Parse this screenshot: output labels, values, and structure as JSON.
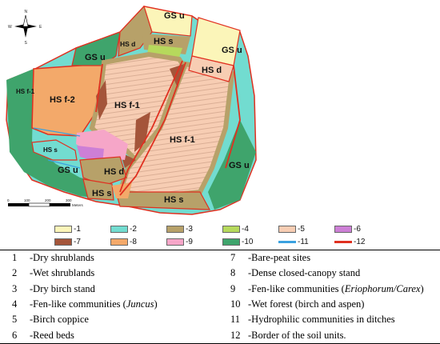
{
  "map": {
    "labels": {
      "gs_u_top": "GS u",
      "gs_u_right_top": "GS u",
      "gs_u_left": "GS u",
      "gs_u_bottom_left": "GS u",
      "gs_u_right": "GS u",
      "hs_s_top": "HS s",
      "hs_d_top": "HS d",
      "hs_d_right": "HS d",
      "hs_f2": "HS f-2",
      "hs_f1_small": "HS f-1",
      "hs_f1_center": "HS f-1",
      "hs_f1_right": "HS f-1",
      "hs_s_left": "HS s",
      "hs_d_bottom": "HS d",
      "hs_s_bottom": "HS s",
      "hs_s_bottom_right": "HS s"
    },
    "compass": {
      "n": "N",
      "s": "S",
      "e": "E",
      "w": "W"
    },
    "scalebar": {
      "ticks": [
        "0",
        "100",
        "200",
        "300"
      ],
      "unit": "Meters"
    },
    "colors": {
      "c1": "#fbf5b9",
      "c2": "#72dcd0",
      "c3": "#b7a169",
      "c4": "#b6d95c",
      "c5": "#f7cdb3",
      "c6": "#cd7fd6",
      "c7": "#a4553a",
      "c8": "#f3a96a",
      "c9": "#f6a6c8",
      "c10": "#3fa46c",
      "c11": "#3aa1e0",
      "c12": "#e03020"
    }
  },
  "legend": [
    {
      "label": "-1",
      "color": "#fbf5b9",
      "kind": "box"
    },
    {
      "label": "-2",
      "color": "#72dcd0",
      "kind": "box"
    },
    {
      "label": "-3",
      "color": "#b7a169",
      "kind": "box"
    },
    {
      "label": "-4",
      "color": "#b6d95c",
      "kind": "box"
    },
    {
      "label": "-5",
      "color": "#f7cdb3",
      "kind": "box"
    },
    {
      "label": "-6",
      "color": "#cd7fd6",
      "kind": "box"
    },
    {
      "label": "-7",
      "color": "#a4553a",
      "kind": "box"
    },
    {
      "label": "-8",
      "color": "#f3a96a",
      "kind": "box"
    },
    {
      "label": "-9",
      "color": "#f6a6c8",
      "kind": "box"
    },
    {
      "label": "-10",
      "color": "#3fa46c",
      "kind": "box"
    },
    {
      "label": "-11",
      "color": "#3aa1e0",
      "kind": "line"
    },
    {
      "label": "-12",
      "color": "#e03020",
      "kind": "line"
    }
  ],
  "table": {
    "rows": [
      {
        "n1": "1",
        "t1": "-Dry shrublands",
        "n2": "7",
        "t2": "-Bare-peat sites"
      },
      {
        "n1": "2",
        "t1": "-Wet shrublands",
        "n2": "8",
        "t2": "-Dense closed-canopy stand"
      },
      {
        "n1": "3",
        "t1": "-Dry birch stand",
        "n2": "9",
        "t2": "-Fen-like communities (",
        "t2i": "Eriophorum/Carex",
        "t2e": ")"
      },
      {
        "n1": "4",
        "t1": "-Fen-like communities (",
        "t1i": "Juncus",
        "t1e": ")",
        "n2": "10",
        "t2": "-Wet forest (birch and aspen)"
      },
      {
        "n1": "5",
        "t1": "-Birch coppice",
        "n2": "11",
        "t2": "-Hydrophilic communities in ditches"
      },
      {
        "n1": "6",
        "t1": "-Reed beds",
        "n2": "12",
        "t2": "-Border of the soil units."
      }
    ]
  }
}
